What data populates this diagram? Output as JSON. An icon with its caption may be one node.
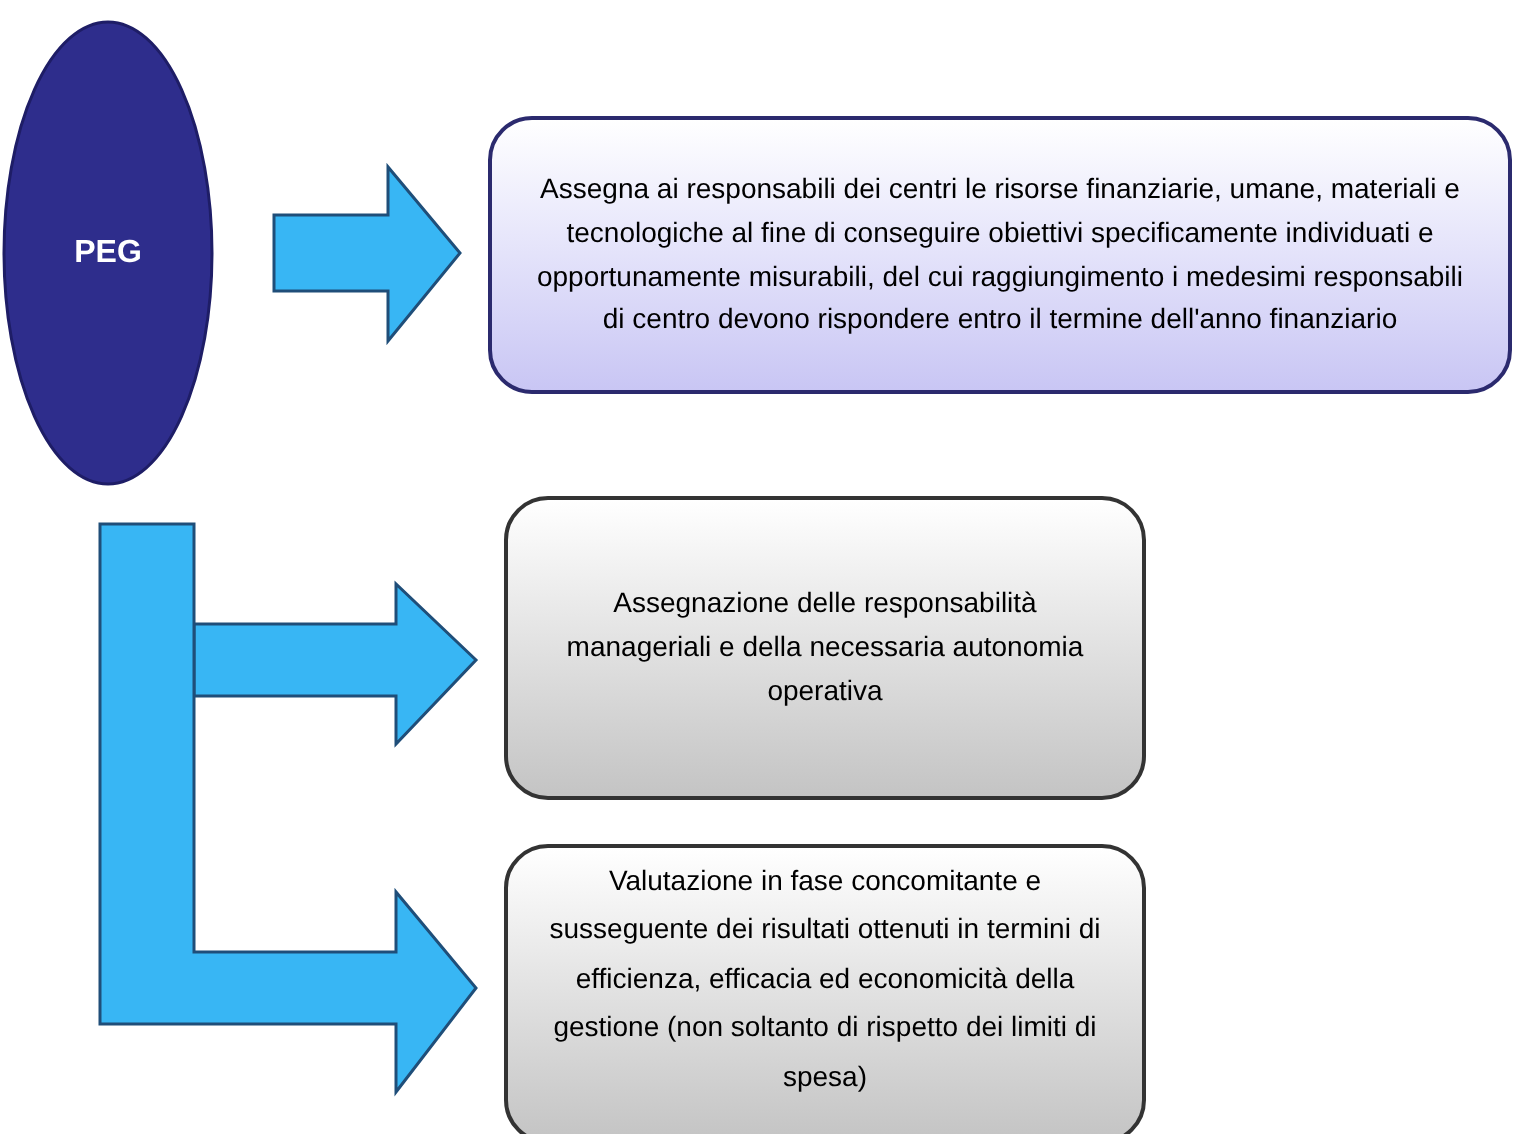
{
  "diagram": {
    "nodes": [
      {
        "text": [
          "PEG"
        ]
      },
      {
        "text": [
          "Assegna ai responsabili dei centri le risorse finanziarie, umane, materiali e tecnologiche al fine di conseguire obiettivi specificamente individuati e opportunamente misurabili, del cui raggiungimento i medesimi responsabili di centro devono rispondere entro il termine dell'anno finanziario"
        ]
      },
      {
        "text": [
          "Assegnazione delle responsabilità manageriali e della necessaria autonomia operativa"
        ]
      },
      {
        "text": [
          "Valutazione in fase concomitante e susseguente dei risultati ottenuti in termini di efficienza, efficacia ed economicità della gestione (non soltanto di rispetto dei limiti di spesa)"
        ]
      }
    ],
    "edges": [
      {
        "from": 0,
        "to": 1,
        "arrow": "to"
      },
      {
        "from": 0,
        "to": 2,
        "arrow": "to"
      },
      {
        "from": 0,
        "to": 3,
        "arrow": "to"
      }
    ]
  }
}
